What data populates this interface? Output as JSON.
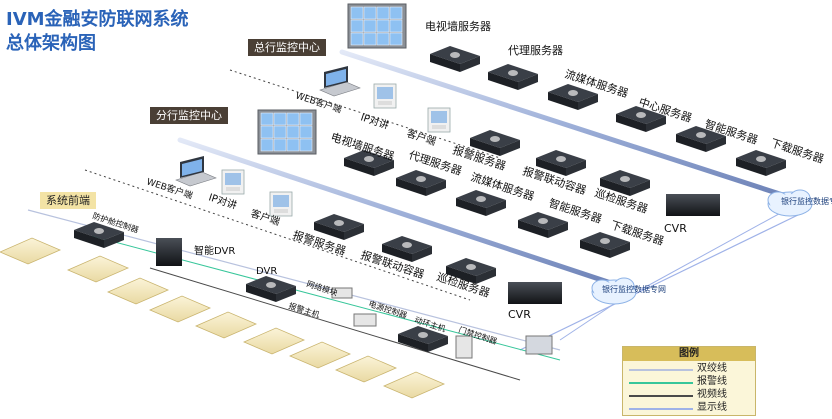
{
  "title_line1": "IVM金融安防联网系统",
  "title_line2": "总体架构图",
  "zones": {
    "head": "总行监控中心",
    "branch": "分行监控中心",
    "front": "系统前端"
  },
  "head_labels": {
    "videowall": "电视墙服务器",
    "proxy": "代理服务器",
    "stream": "流媒体服务器",
    "center": "中心服务器",
    "smart": "智能服务器",
    "download": "下载服务器",
    "web": "WEB客户端",
    "ip": "IP对讲",
    "client": "客户端",
    "alarm": "报警服务器",
    "linkage": "报警联动容器",
    "patrol": "巡检服务器",
    "cvr": "CVR",
    "network": "银行监控数据专网"
  },
  "branch_labels": {
    "videowall": "电视墙服务器",
    "proxy": "代理服务器",
    "stream": "流媒体服务器",
    "smart": "智能服务器",
    "download": "下载服务器",
    "web": "WEB客户端",
    "ip": "IP对讲",
    "client": "客户端",
    "alarm": "报警服务器",
    "linkage": "报警联动容器",
    "patrol": "巡检服务器",
    "cvr": "CVR",
    "network": "银行监控数据专网"
  },
  "front_labels": {
    "protect": "防护舱控制器",
    "smart_dvr": "智能DVR",
    "dvr": "DVR",
    "net_module": "网络模块",
    "alarm_host": "报警主机",
    "power": "电源控制器",
    "dynamic_host": "动环主机",
    "door": "门禁控制器"
  },
  "legend": {
    "title": "图例",
    "items": [
      {
        "label": "双绞线",
        "color": "#b8c2de"
      },
      {
        "label": "报警线",
        "color": "#37c69a"
      },
      {
        "label": "视频线",
        "color": "#4a4a4a"
      },
      {
        "label": "显示线",
        "color": "#9fb2e8"
      }
    ]
  }
}
